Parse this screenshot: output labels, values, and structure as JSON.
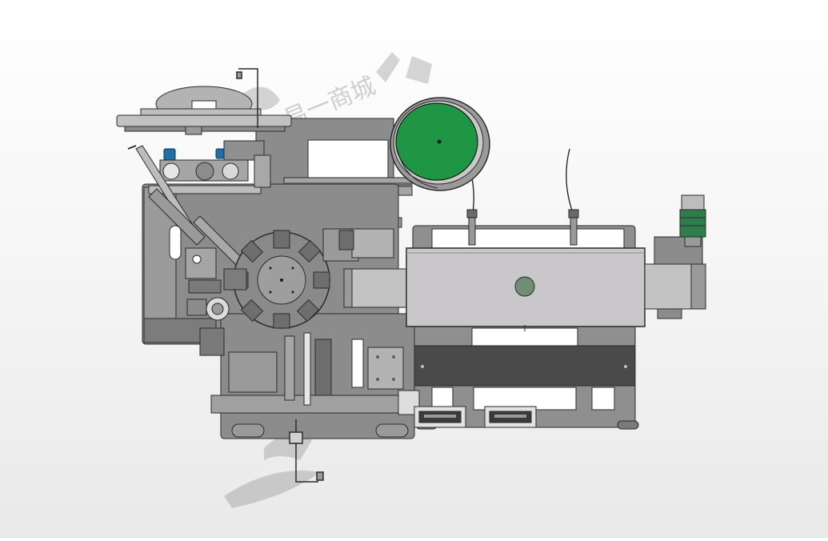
{
  "watermark": {
    "text": "易一商城",
    "color": "#9a9a9a"
  },
  "colors": {
    "background": "#f4f4f4",
    "frame": "#8c8c8c",
    "frame_light": "#b8b8b8",
    "frame_dark": "#5e5e5e",
    "outline": "#2b2b2b",
    "feeder_bowl": "#1f9643",
    "conveyor_cover": "#c9c7c9",
    "belt_dark": "#4a4a4a",
    "accent_blue": "#1f6fa8",
    "motor_green": "#2f7d4a",
    "knob": "#6f8f72"
  },
  "components": [
    {
      "id": "vibratory-feeder-bowl",
      "icon": "circle-bowl"
    },
    {
      "id": "rotary-index-table",
      "icon": "circle-table"
    },
    {
      "id": "main-conveyor-cover",
      "icon": "rectangle"
    },
    {
      "id": "drive-motor",
      "icon": "motor"
    },
    {
      "id": "output-trays",
      "icon": "tray"
    },
    {
      "id": "machine-frame",
      "icon": "frame"
    }
  ]
}
